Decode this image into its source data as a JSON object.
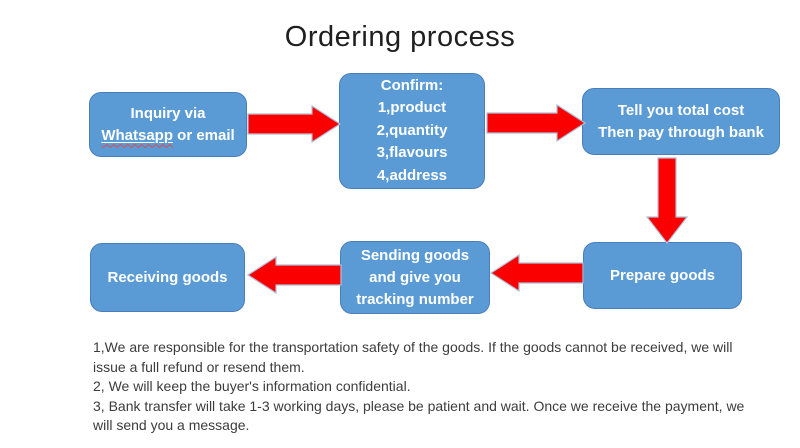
{
  "title": "Ordering process",
  "colors": {
    "box_fill": "#5b9bd5",
    "box_border": "#4a7ebb",
    "arrow_fill": "#fb0000",
    "arrow_outline": "#aebfd8",
    "box_text": "#ffffff",
    "notes_text": "#3c3c3c",
    "title_text": "#1f1f1f",
    "spellcheck_underline": "#e14b4b"
  },
  "flowchart": {
    "nodes": {
      "inquiry": {
        "line1": "Inquiry via",
        "misspelled_word": "Whatsapp",
        "line2_rest": " or email"
      },
      "confirm": {
        "line1": "Confirm:",
        "line2": "1,product",
        "line3": "2,quantity",
        "line4": "3,flavours",
        "line5": "4,address"
      },
      "total_cost": {
        "line1": "Tell you total cost",
        "line2": "Then pay through bank"
      },
      "prepare": {
        "line1": "Prepare goods"
      },
      "sending": {
        "line1": "Sending goods",
        "line2": "and give you",
        "line3": "tracking number"
      },
      "receiving": {
        "line1": "Receiving goods"
      }
    }
  },
  "notes": {
    "para1": "1,We are responsible for the transportation safety of the goods. If the goods cannot be received, we will issue a full refund or resend them.",
    "para2": "2, We will keep the buyer's information confidential.",
    "para3": "3, Bank transfer will take 1-3 working days, please be patient and wait. Once we receive the payment, we will send you a message."
  }
}
